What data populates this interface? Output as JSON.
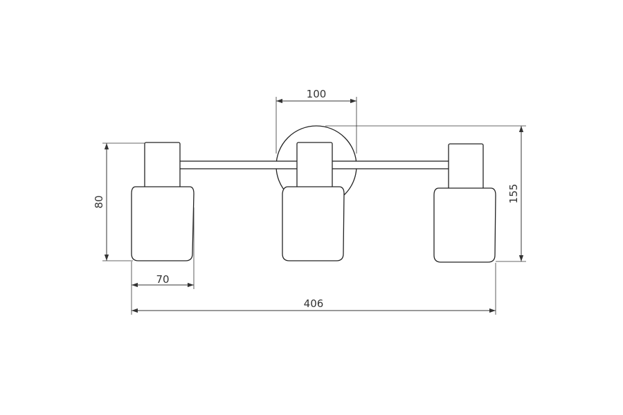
{
  "dimensions": {
    "canopy_width": "100",
    "overall_height": "155",
    "shade_height": "80",
    "shade_width": "70",
    "overall_width": "406"
  },
  "colors": {
    "line": "#222222",
    "dimension": "#333333",
    "background": "#ffffff"
  }
}
